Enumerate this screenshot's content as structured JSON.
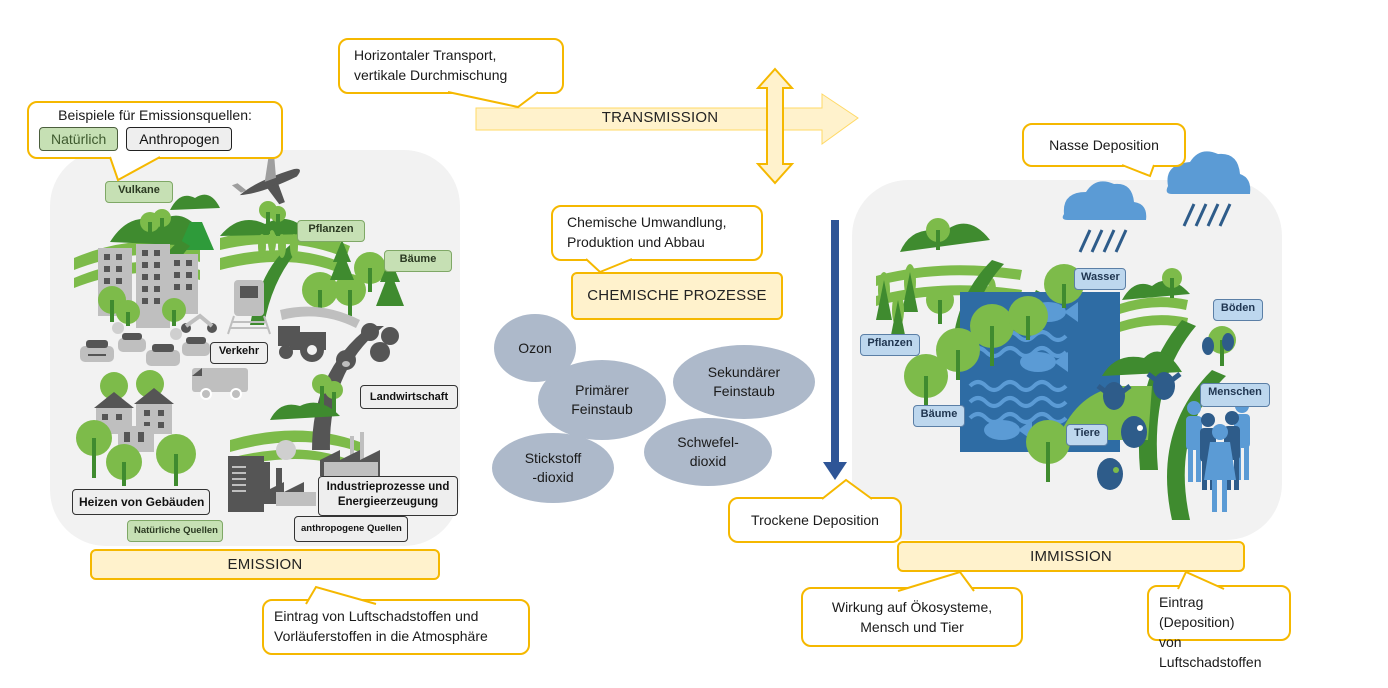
{
  "emission": {
    "title": "EMISSION",
    "legend_callout": {
      "title": "Beispiele für Emissionsquellen:",
      "natural_label": "Natürlich",
      "anthropogenic_label": "Anthropogen"
    },
    "natural_tags": [
      "Vulkane",
      "Pflanzen",
      "Bäume",
      "Natürliche Quellen"
    ],
    "anthropogenic_tags": [
      "Verkehr",
      "Landwirtschaft",
      "Heizen von Gebäuden",
      "Industrieprozesse und Energieerzeugung",
      "anthropogene Quellen"
    ],
    "footer_callout": [
      "Eintrag von Luftschadstoffen und",
      "Vorläuferstoffen in die Atmosphäre"
    ]
  },
  "transmission": {
    "title": "TRANSMISSION",
    "callout": [
      "Horizontaler Transport,",
      "vertikale Durchmischung"
    ]
  },
  "chemistry": {
    "title": "CHEMISCHE PROZESSE",
    "callout": [
      "Chemische Umwandlung,",
      "Produktion und Abbau"
    ],
    "substances": [
      {
        "line1": "Ozon",
        "line2": ""
      },
      {
        "line1": "Primärer",
        "line2": "Feinstaub"
      },
      {
        "line1": "Sekundärer",
        "line2": "Feinstaub"
      },
      {
        "line1": "Stickstoff",
        "line2": "-dioxid"
      },
      {
        "line1": "Schwefel-",
        "line2": "dioxid"
      }
    ]
  },
  "immission": {
    "title": "IMMISSION",
    "wet_deposition": "Nasse Deposition",
    "dry_deposition": "Trockene Deposition",
    "receptor_tags": [
      "Wasser",
      "Böden",
      "Pflanzen",
      "Menschen",
      "Bäume",
      "Tiere"
    ],
    "effect_callout": [
      "Wirkung auf Ökosysteme,",
      "Mensch und Tier"
    ],
    "deposition_callout": [
      "Eintrag (Deposition)",
      "von Luftschadstoffen"
    ]
  },
  "colors": {
    "callout_border": "#f5b800",
    "stage_fill": "#fff2cc",
    "natural_tag": "#c6e0b4",
    "anthropogenic_tag": "#eeeeee",
    "receptor_tag": "#bdd7ee",
    "substance_ellipse": "#adb9ca",
    "deposition_arrow": "#2e5597",
    "panel_bg": "#f2f2f2"
  }
}
